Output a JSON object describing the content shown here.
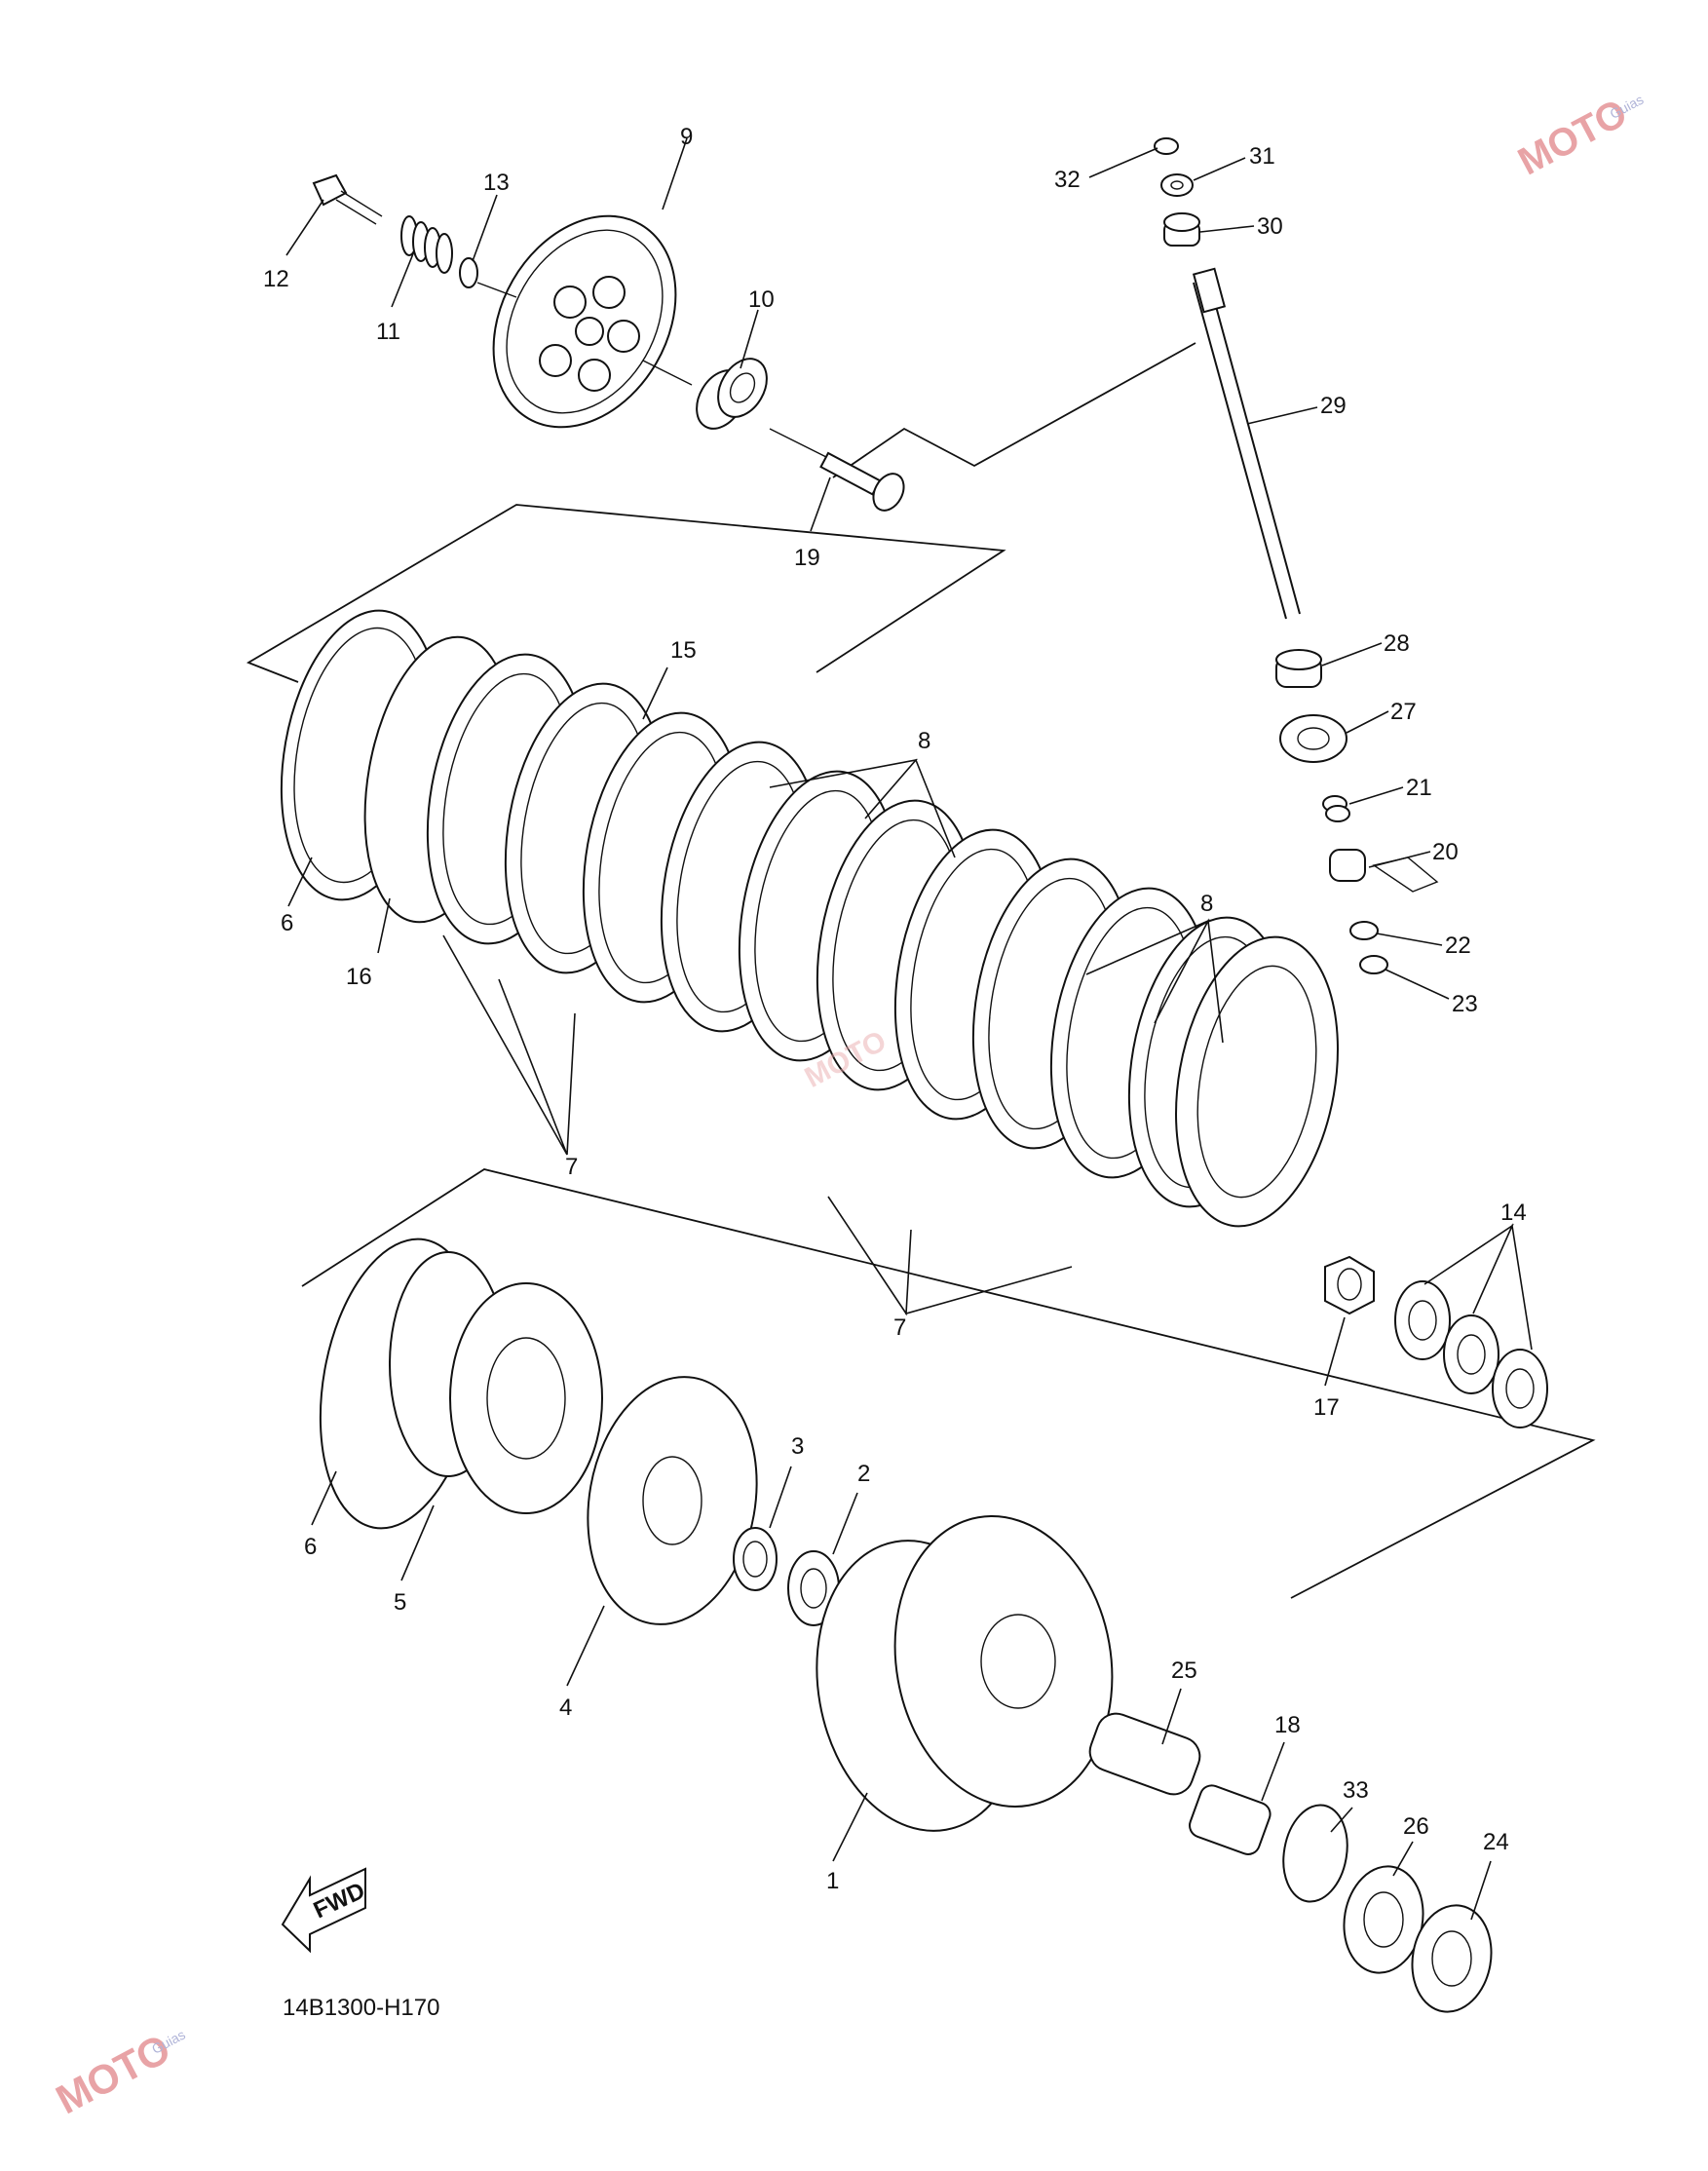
{
  "diagram_code": "14B1300-H170",
  "fwd_label": "FWD",
  "watermark": {
    "text": "MOTO",
    "sub": "Guias",
    "color_red": "#e05a62",
    "color_blue": "#8a8fd0"
  },
  "callouts": {
    "c1": "1",
    "c2": "2",
    "c3": "3",
    "c4": "4",
    "c5": "5",
    "c6a": "6",
    "c6b": "6",
    "c7a": "7",
    "c7b": "7",
    "c8a": "8",
    "c8b": "8",
    "c9": "9",
    "c10": "10",
    "c11": "11",
    "c12": "12",
    "c13": "13",
    "c14": "14",
    "c15": "15",
    "c16": "16",
    "c17": "17",
    "c18": "18",
    "c19": "19",
    "c20": "20",
    "c21": "21",
    "c22": "22",
    "c23": "23",
    "c24": "24",
    "c25": "25",
    "c26": "26",
    "c27": "27",
    "c28": "28",
    "c29": "29",
    "c30": "30",
    "c31": "31",
    "c32": "32",
    "c33": "33"
  }
}
